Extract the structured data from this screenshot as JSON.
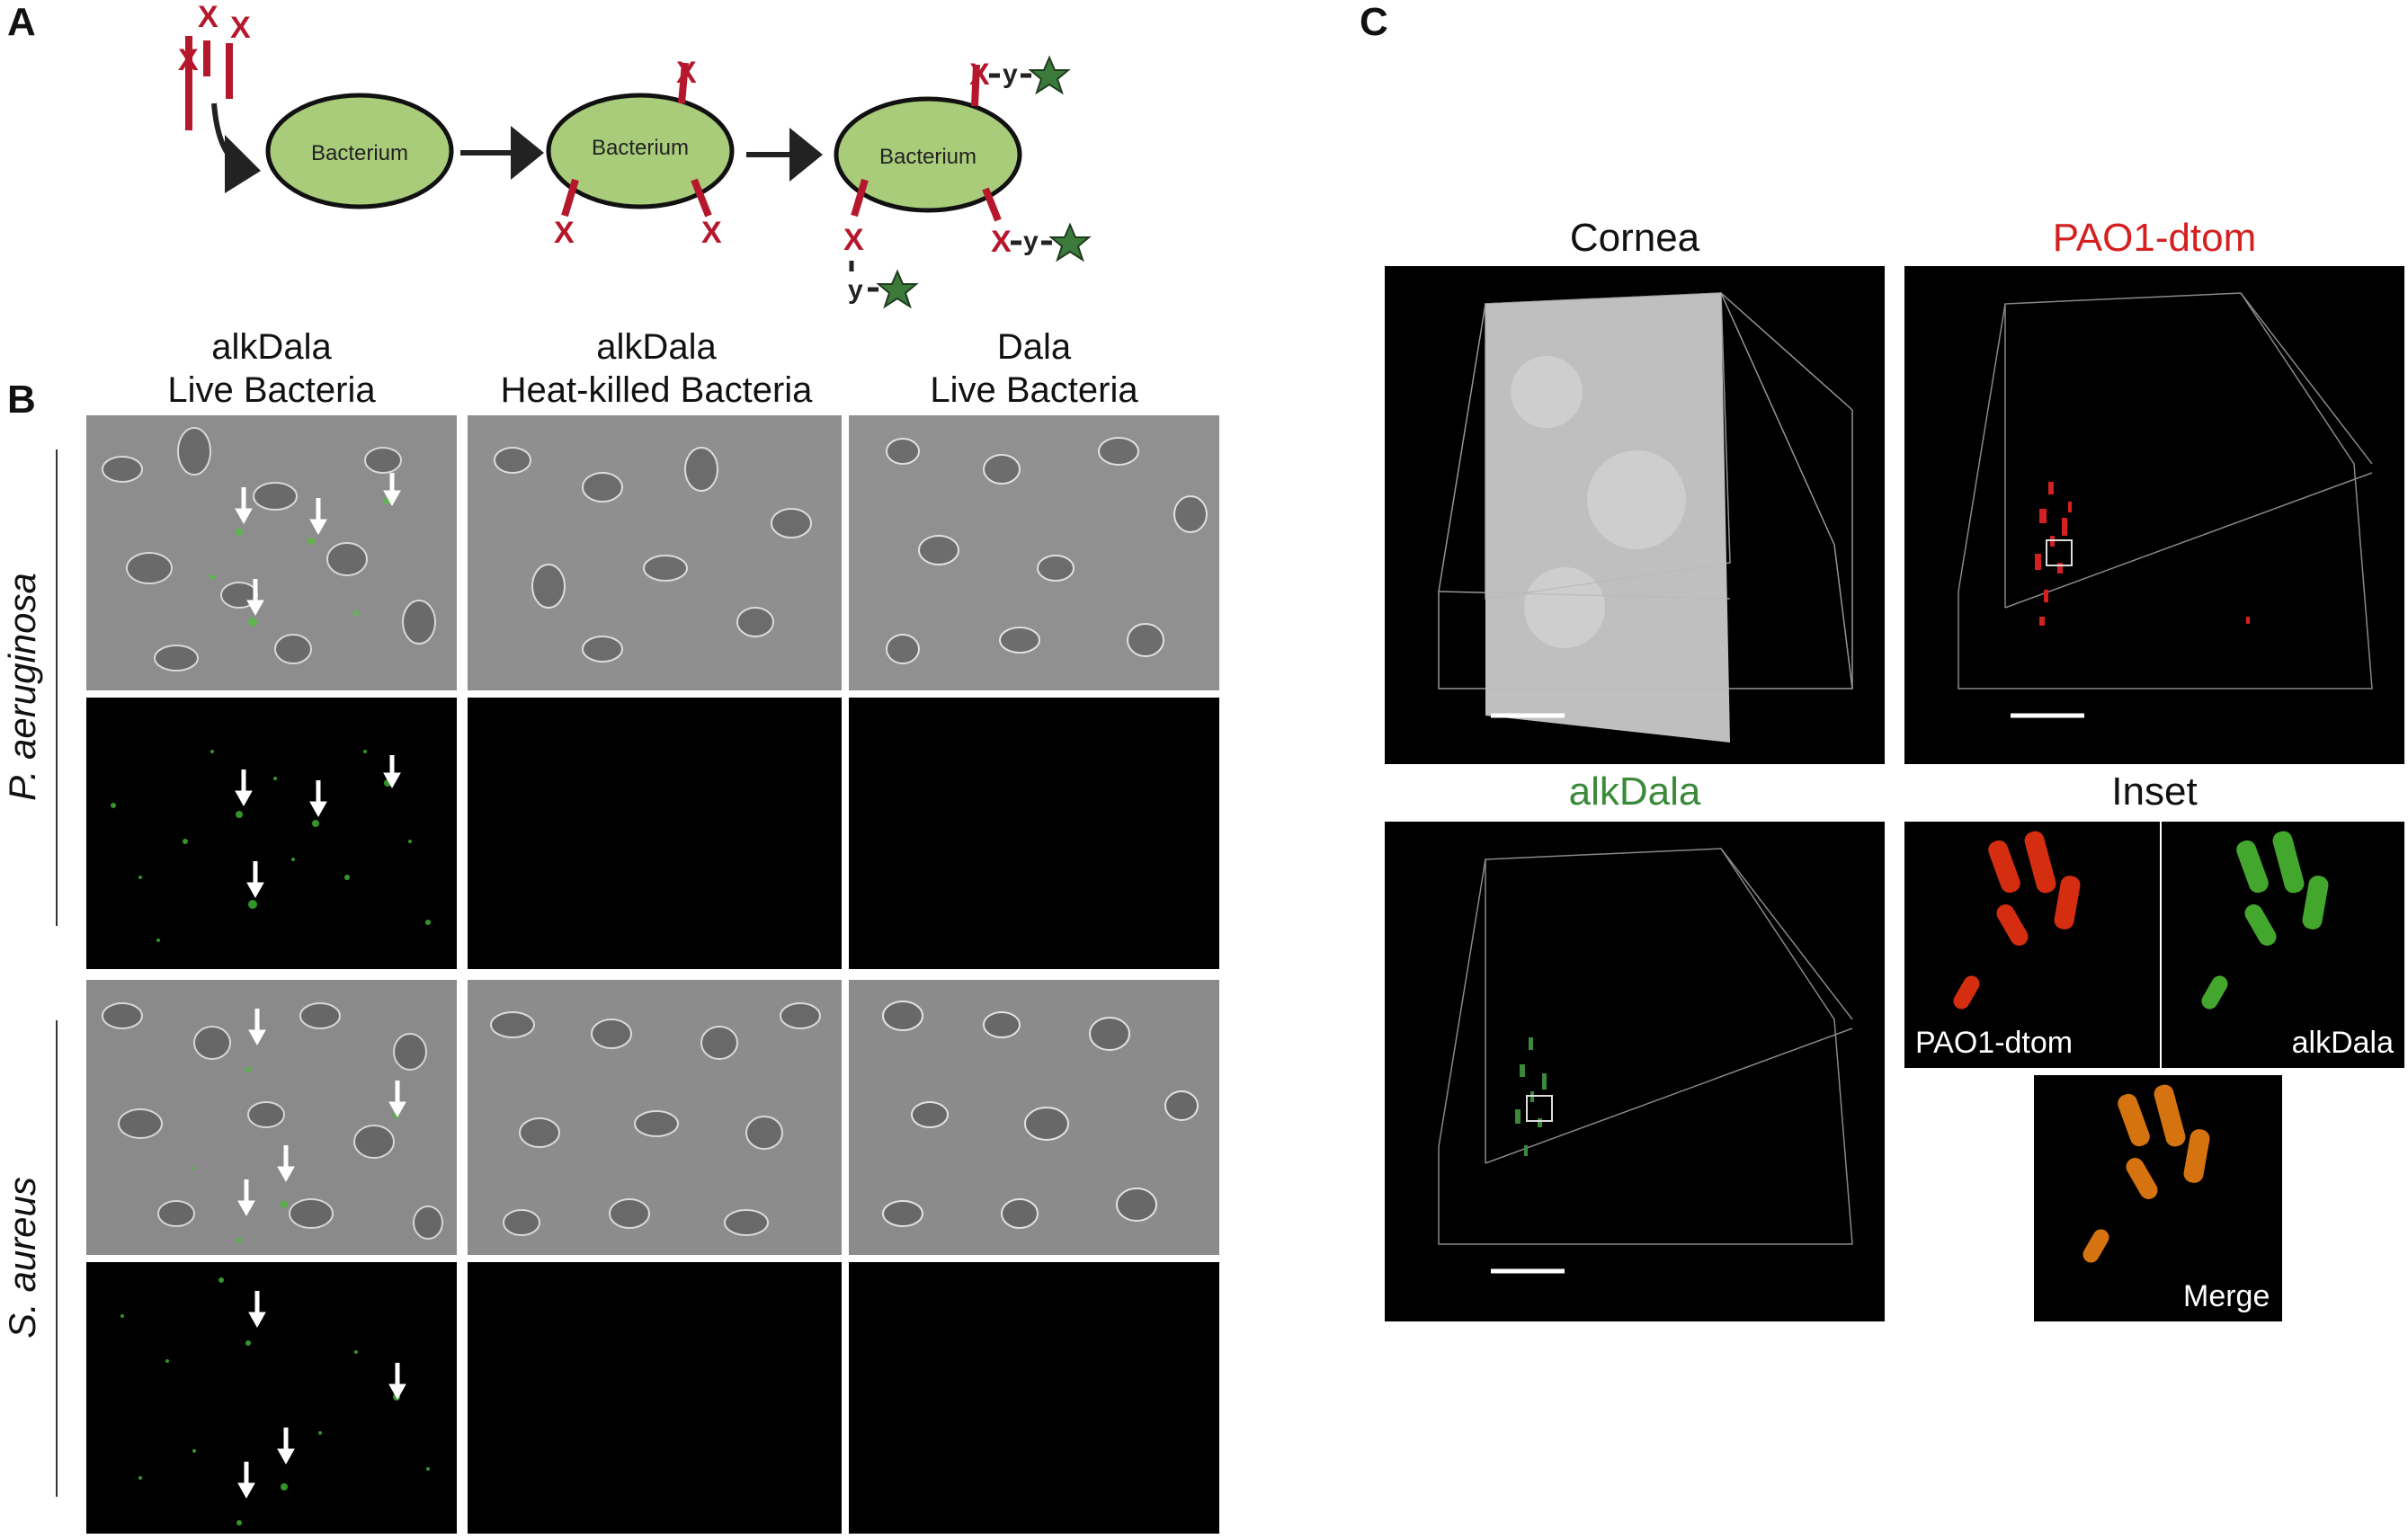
{
  "panelA": {
    "letter": "A",
    "steps": [
      {
        "label": "Bacterium"
      },
      {
        "label": "Bacterium"
      },
      {
        "label": "Bacterium"
      }
    ],
    "marks": {
      "x": "X",
      "y": "y"
    },
    "colors": {
      "cell_fill": "#a8cc7a",
      "probe": "#b5182c",
      "star": "#3c7a3c"
    }
  },
  "panelB": {
    "letter": "B",
    "columns": [
      {
        "line1": "alkDala",
        "line2": "Live Bacteria"
      },
      {
        "line1": "alkDala",
        "line2": "Heat-killed Bacteria"
      },
      {
        "line1": "Dala",
        "line2": "Live Bacteria"
      }
    ],
    "rows": [
      {
        "label": "P. aeruginosa"
      },
      {
        "label": "S. aureus"
      }
    ]
  },
  "panelC": {
    "letter": "C",
    "titles": {
      "cornea": "Cornea",
      "pao1": "PAO1-dtom",
      "alkdala": "alkDala",
      "inset": "Inset"
    },
    "inset_labels": {
      "pao1": "PAO1-dtom",
      "alkdala": "alkDala",
      "merge": "Merge"
    },
    "colors": {
      "pao1": "#d42020",
      "alkdala": "#3a8a3a"
    }
  }
}
